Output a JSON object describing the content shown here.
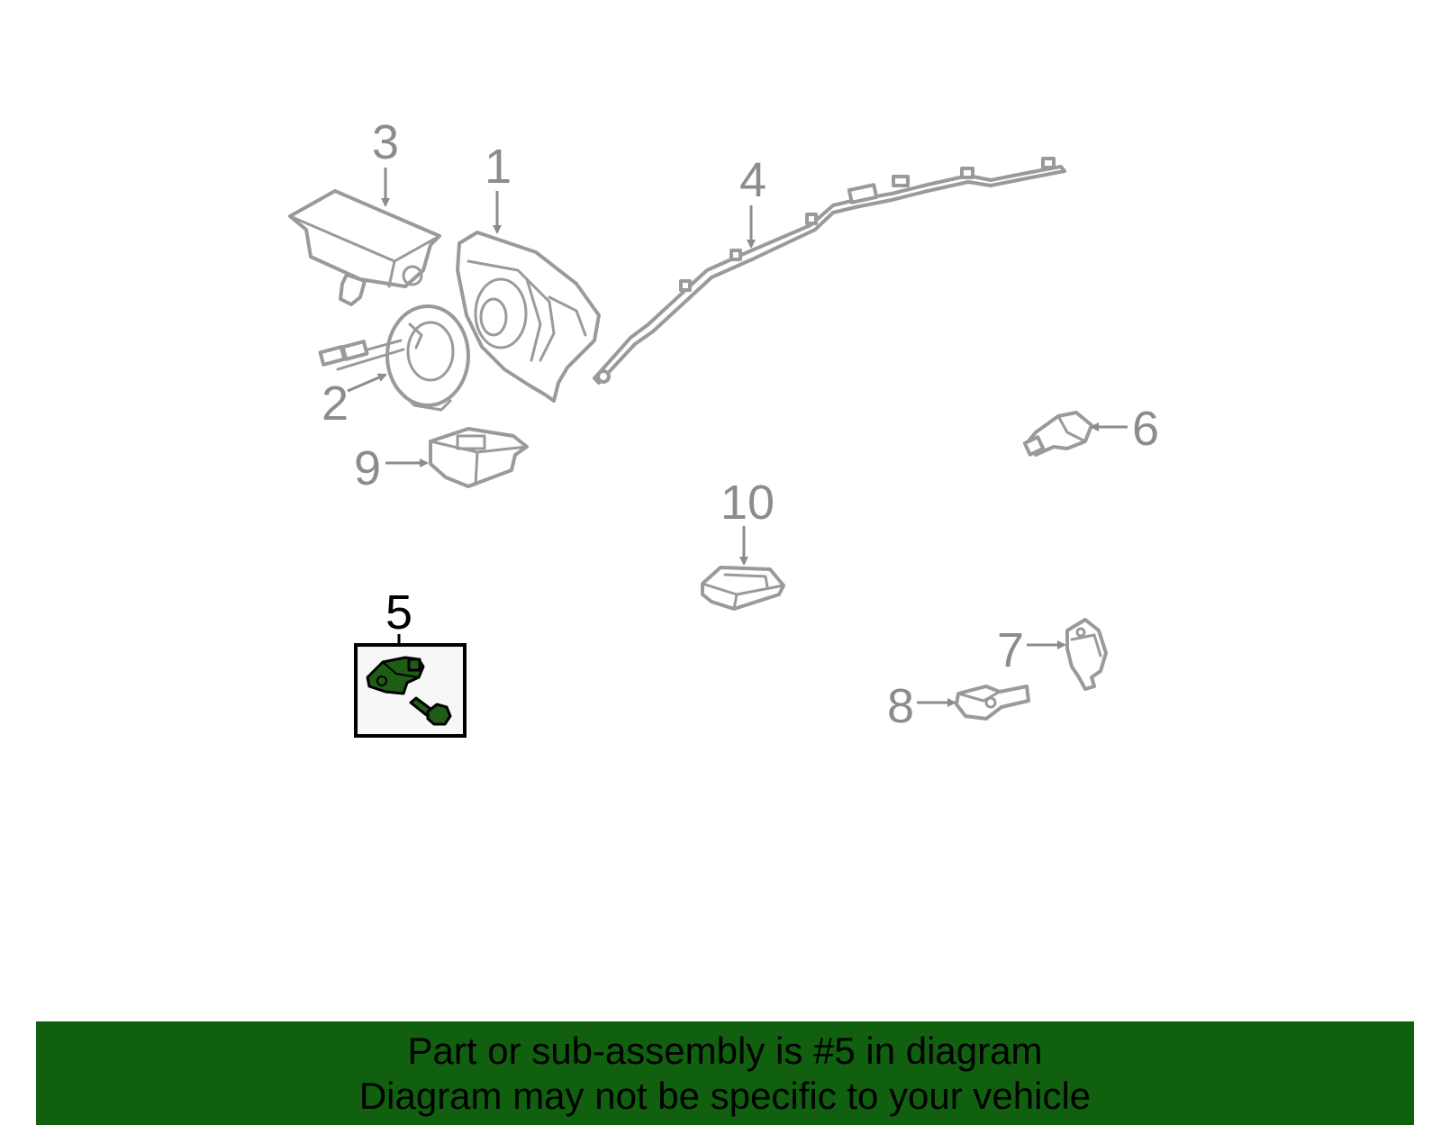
{
  "callouts": {
    "c1": "1",
    "c2": "2",
    "c3": "3",
    "c4": "4",
    "c5": "5",
    "c6": "6",
    "c7": "7",
    "c8": "8",
    "c9": "9",
    "c10": "10"
  },
  "highlighted_callout": "5",
  "colors": {
    "footer_bg": "#106010",
    "part_stroke": "#9a9a9a",
    "callout_text": "#8c8c8c",
    "highlight_fill": "#1f5c16"
  },
  "footer": {
    "line1": "Part or sub-assembly is #5 in diagram",
    "line2": "Diagram may not be specific to your vehicle"
  }
}
